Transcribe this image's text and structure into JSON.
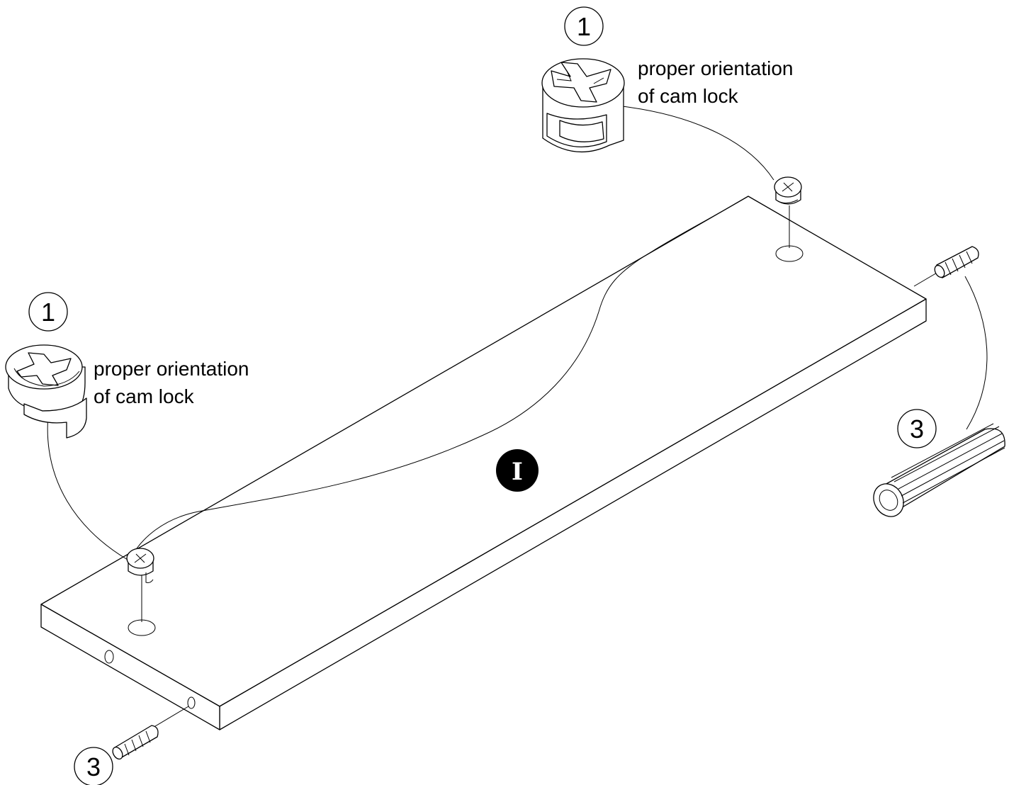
{
  "callouts": {
    "top_cam_number": "1",
    "left_cam_number": "1",
    "right_dowel_number": "3",
    "bottom_dowel_number": "3"
  },
  "labels": {
    "top_cam_line1": "proper orientation",
    "top_cam_line2": "of cam lock",
    "left_cam_line1": "proper orientation",
    "left_cam_line2": "of cam lock"
  },
  "panel": {
    "marker": "I"
  },
  "colors": {
    "ink": "#000000",
    "paper": "#ffffff"
  }
}
